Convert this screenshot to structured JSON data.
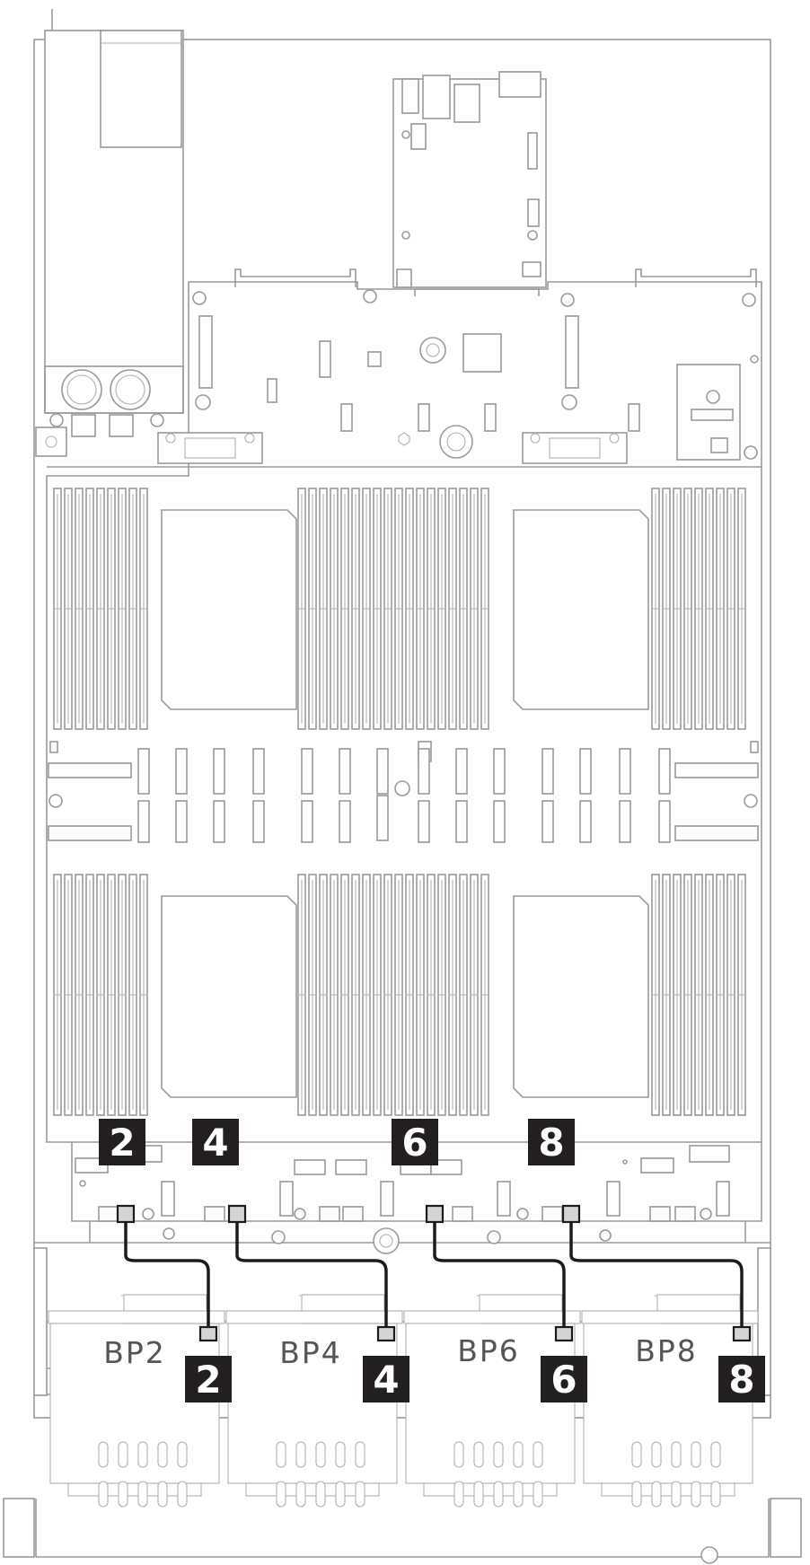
{
  "figure": {
    "connector_callouts": [
      {
        "label": "2"
      },
      {
        "label": "4"
      },
      {
        "label": "6"
      },
      {
        "label": "8"
      }
    ],
    "backplanes": [
      {
        "label": "BP2",
        "callout": "2"
      },
      {
        "label": "BP4",
        "callout": "4"
      },
      {
        "label": "BP6",
        "callout": "6"
      },
      {
        "label": "BP8",
        "callout": "8"
      }
    ]
  },
  "colors": {
    "callout_background": "#231f20",
    "callout_text": "#ffffff",
    "cable": "#1b1b1b",
    "outline": "#9a9a9a"
  }
}
